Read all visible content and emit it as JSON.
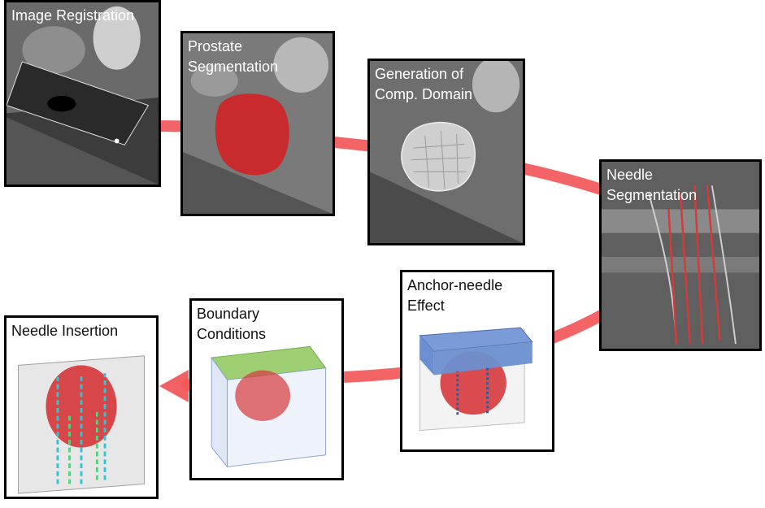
{
  "colors": {
    "arrow": "#f2575a",
    "prostate": "#c92a2e",
    "anchor_block": "#6b8fd0",
    "boundary_top": "#7ac043",
    "needle_path_cyan": "#2fc6d1",
    "needle_path_green": "#5ad17a",
    "frame": "#000000"
  },
  "steps": [
    {
      "label": "Image Registration",
      "icon": "mri-slice-with-ultrasound-overlay"
    },
    {
      "label": "Prostate\nSegmentation",
      "icon": "mri-slice-with-red-prostate"
    },
    {
      "label": "Generation of\nComp. Domain",
      "icon": "mri-slice-with-mesh"
    },
    {
      "label": "Needle\nSegmentation",
      "icon": "ultrasound-with-red-needle-lines"
    },
    {
      "label": "Anchor-needle\nEffect",
      "icon": "point-cloud-box-with-blue-anchor"
    },
    {
      "label": "Boundary\nConditions",
      "icon": "point-cloud-box-with-green-top"
    },
    {
      "label": "Needle Insertion",
      "icon": "point-cloud-box-with-needle-paths"
    }
  ]
}
